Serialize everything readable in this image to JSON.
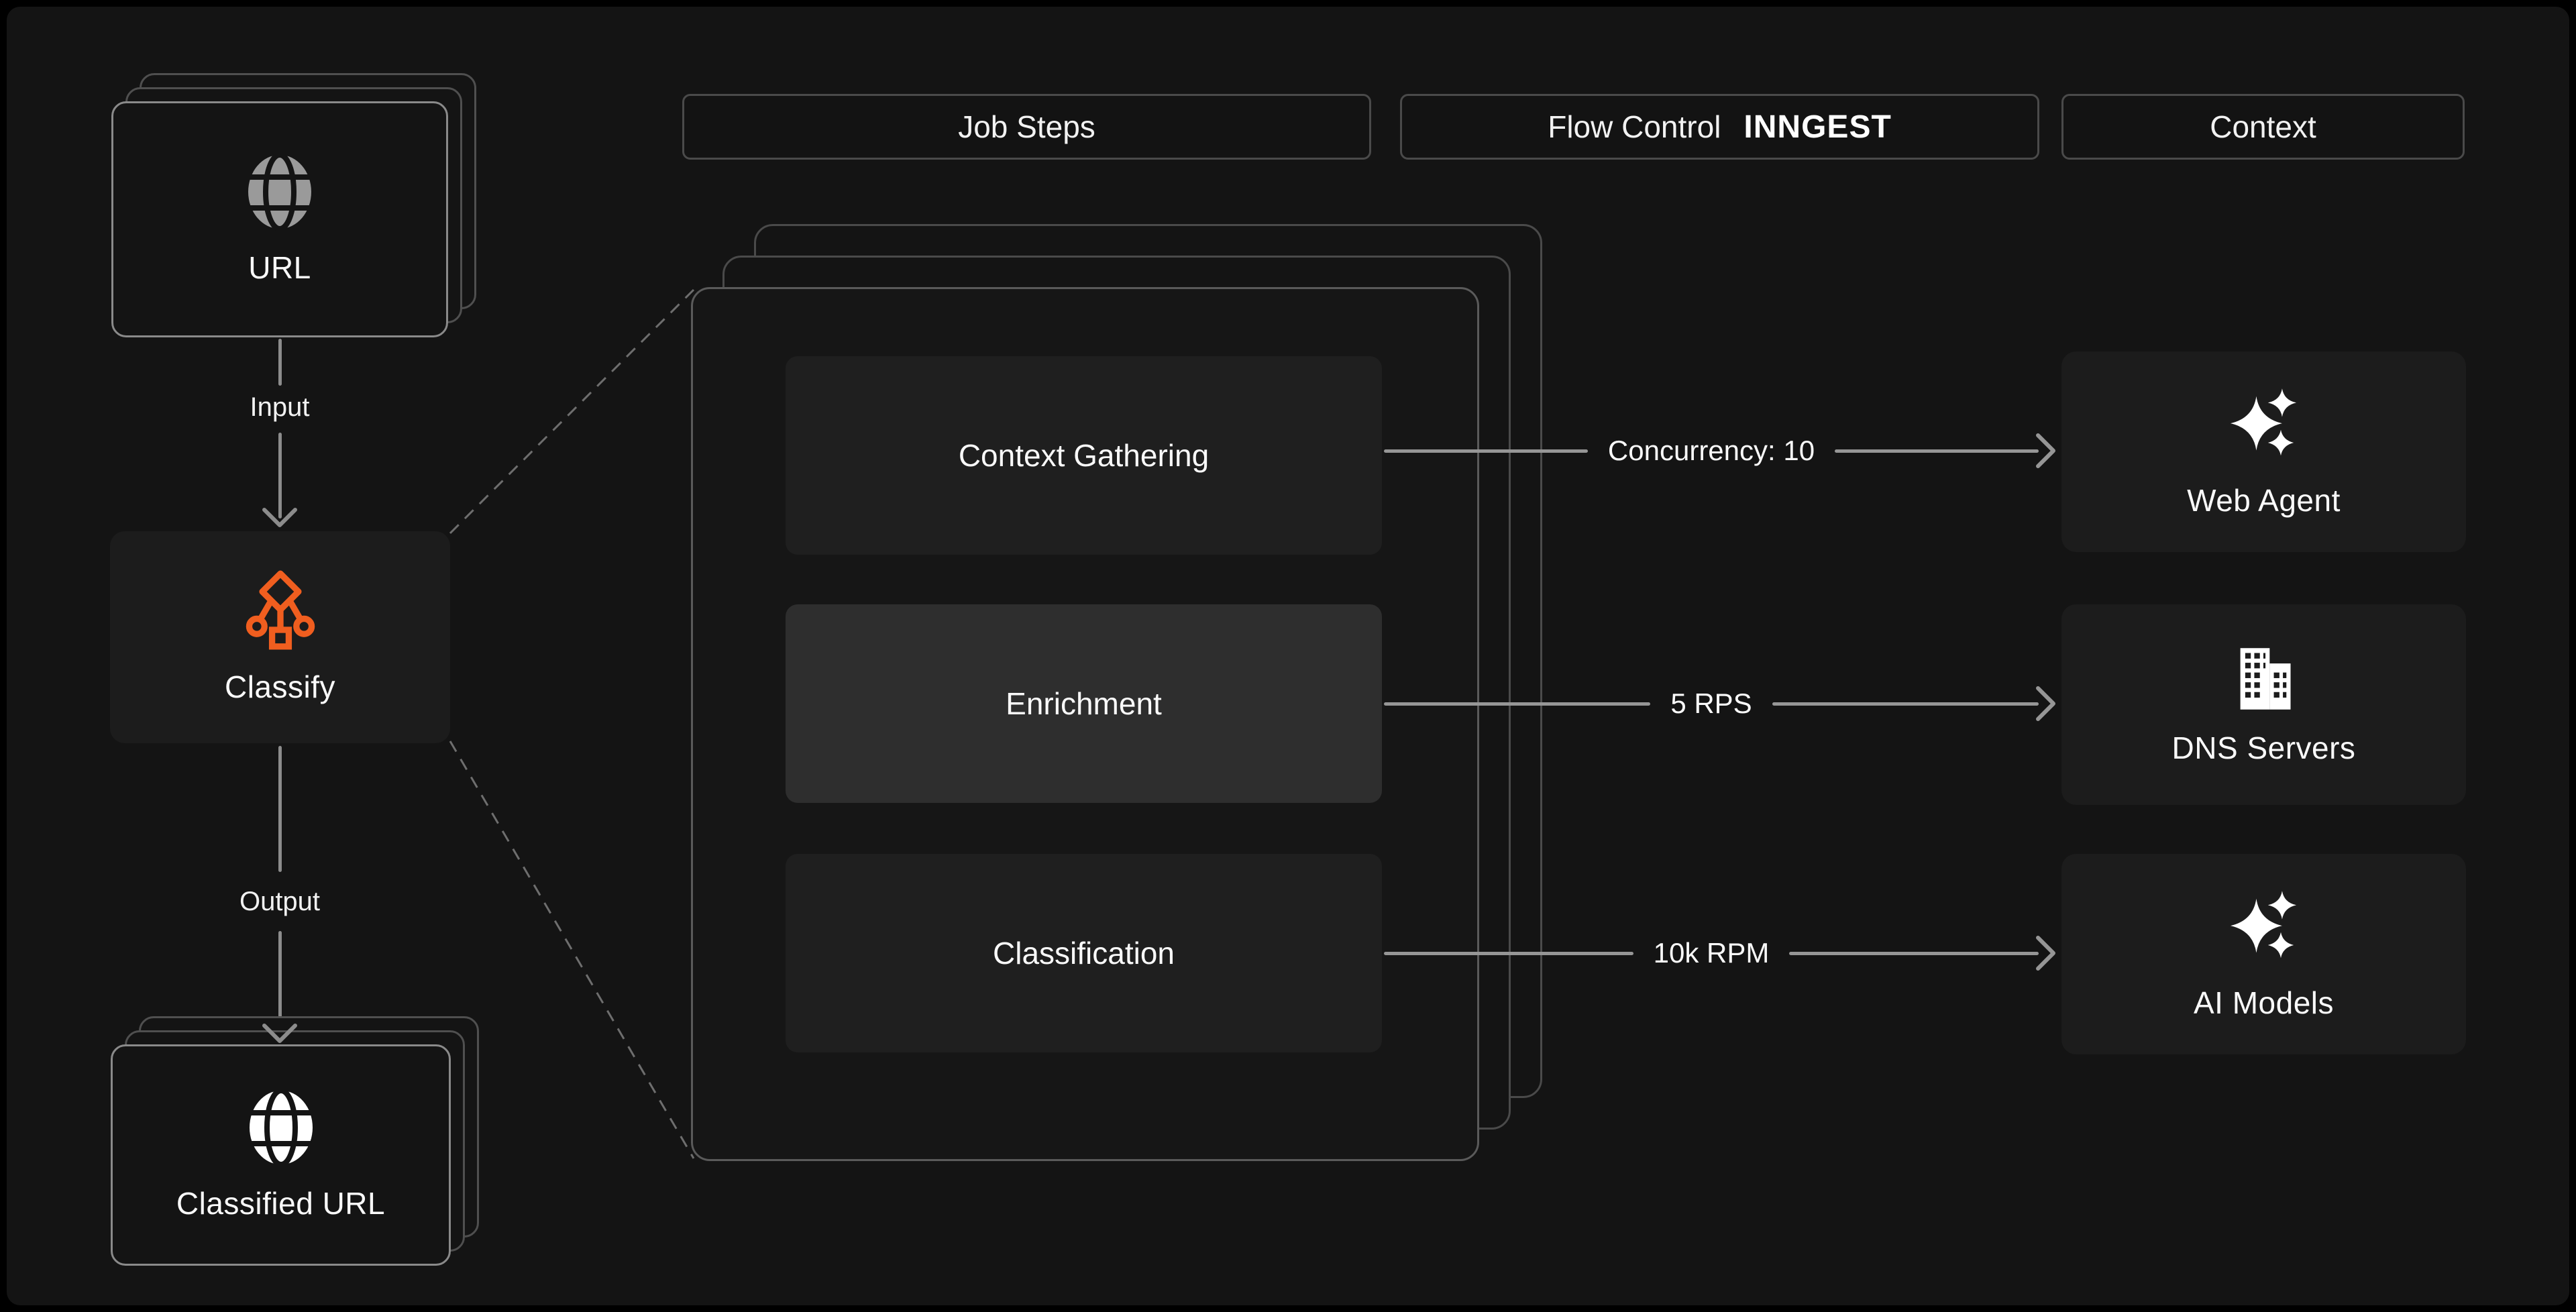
{
  "palette": {
    "background": "#141414",
    "card": "#1c1c1c",
    "step_box": "#1f1f1f",
    "step_box_highlight": "#2e2e2e",
    "panel": "#161616",
    "card_border": "#8a8a8a",
    "ghost_border": "#4f4f4f",
    "arrow_gray": "#969696",
    "accent_orange": "#F05E1F",
    "text": "#f5f5f5"
  },
  "headers": {
    "job_steps": "Job Steps",
    "flow_control": "Flow Control",
    "flow_control_logo": "INNGEST",
    "context": "Context"
  },
  "pipeline": {
    "input_card": {
      "label": "URL",
      "icon": "globe-icon"
    },
    "input_label": "Input",
    "classify_card": {
      "label": "Classify",
      "icon": "workflow-icon"
    },
    "output_label": "Output",
    "output_card": {
      "label": "Classified URL",
      "icon": "globe-icon"
    }
  },
  "job_steps": [
    {
      "label": "Context Gathering",
      "highlighted": false
    },
    {
      "label": "Enrichment",
      "highlighted": true
    },
    {
      "label": "Classification",
      "highlighted": false
    }
  ],
  "flow_control_labels": [
    "Concurrency: 10",
    "5 RPS",
    "10k RPM"
  ],
  "context_cards": [
    {
      "label": "Web Agent",
      "icon": "sparkles-icon"
    },
    {
      "label": "DNS Servers",
      "icon": "buildings-icon"
    },
    {
      "label": "AI Models",
      "icon": "sparkles-icon"
    }
  ]
}
